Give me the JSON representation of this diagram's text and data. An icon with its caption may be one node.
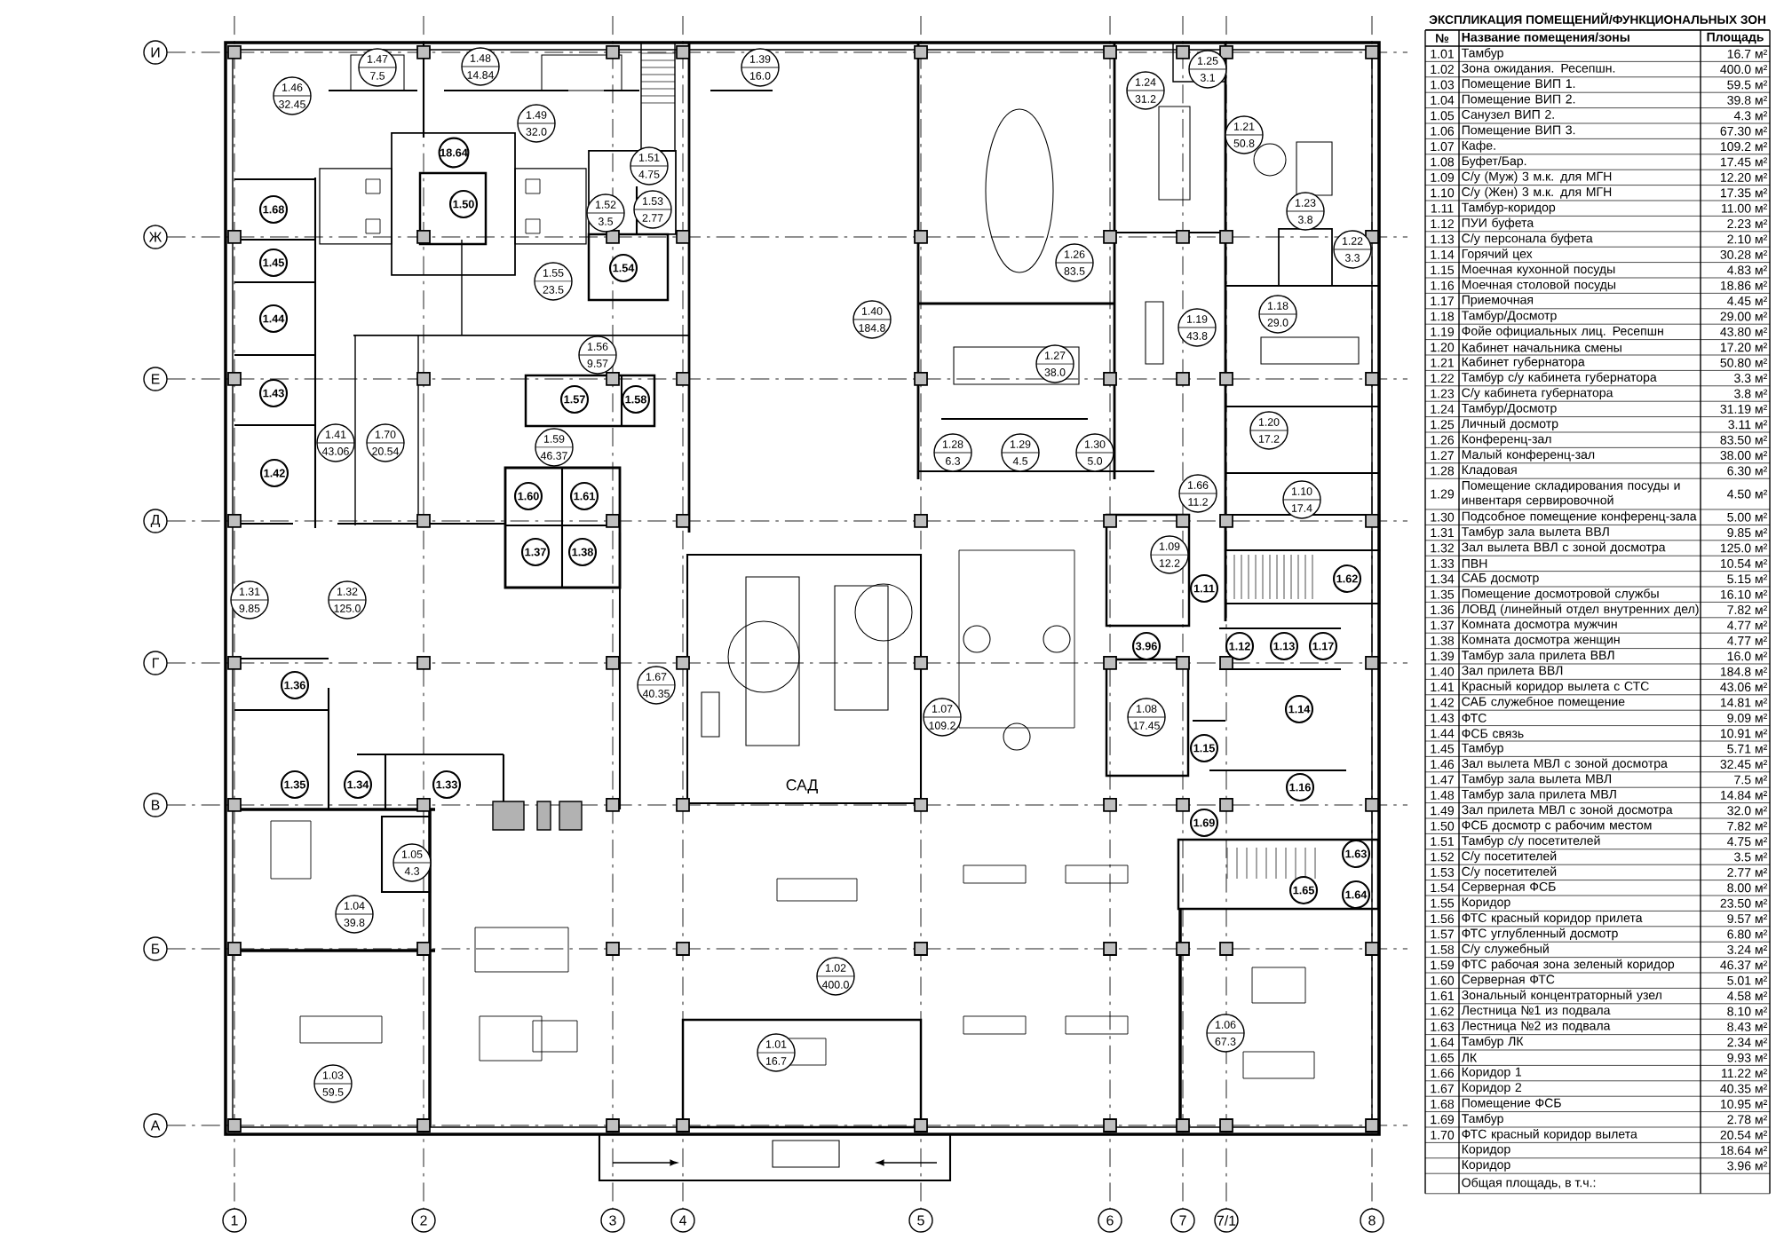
{
  "diagram": {
    "nodes": [
      {
        "text": [
          "1.47",
          "7.5"
        ]
      },
      {
        "text": [
          "1.48",
          "14.84"
        ]
      },
      {
        "text": [
          "1.39",
          "16.0"
        ]
      },
      {
        "text": [
          "1.25",
          "3.1"
        ]
      },
      {
        "text": [
          "1.24",
          "31.2"
        ]
      },
      {
        "text": [
          "1.46",
          "32.45"
        ]
      },
      {
        "text": [
          "1.49",
          "32.0"
        ]
      },
      {
        "text": [
          "1.21",
          "50.8"
        ]
      },
      {
        "text": [
          "18.64"
        ]
      },
      {
        "text": [
          "1.51",
          "4.75"
        ]
      },
      {
        "text": [
          "1.50"
        ]
      },
      {
        "text": [
          "1.53",
          "2.77"
        ]
      },
      {
        "text": [
          "1.68"
        ]
      },
      {
        "text": [
          "1.23",
          "3.8"
        ]
      },
      {
        "text": [
          "1.52",
          "3.5"
        ]
      },
      {
        "text": [
          "1.22",
          "3.3"
        ]
      },
      {
        "text": [
          "1.45"
        ]
      },
      {
        "text": [
          "1.26",
          "83.5"
        ]
      },
      {
        "text": [
          "1.54"
        ]
      },
      {
        "text": [
          "1.55",
          "23.5"
        ]
      },
      {
        "text": [
          "1.18",
          "29.0"
        ]
      },
      {
        "text": [
          "1.44"
        ]
      },
      {
        "text": [
          "1.40",
          "184.8"
        ]
      },
      {
        "text": [
          "1.19",
          "43.8"
        ]
      },
      {
        "text": [
          "1.56",
          "9.57"
        ]
      },
      {
        "text": [
          "1.27",
          "38.0"
        ]
      },
      {
        "text": [
          "1.43"
        ]
      },
      {
        "text": [
          "1.57"
        ]
      },
      {
        "text": [
          "1.58"
        ]
      },
      {
        "text": [
          "1.20",
          "17.2"
        ]
      },
      {
        "text": [
          "1.41",
          "43.06"
        ]
      },
      {
        "text": [
          "1.70",
          "20.54"
        ]
      },
      {
        "text": [
          "1.59",
          "46.37"
        ]
      },
      {
        "text": [
          "1.28",
          "6.3"
        ]
      },
      {
        "text": [
          "1.29",
          "4.5"
        ]
      },
      {
        "text": [
          "1.30",
          "5.0"
        ]
      },
      {
        "text": [
          "1.42"
        ]
      },
      {
        "text": [
          "1.66",
          "11.2"
        ]
      },
      {
        "text": [
          "1.60"
        ]
      },
      {
        "text": [
          "1.61"
        ]
      },
      {
        "text": [
          "1.10",
          "17.4"
        ]
      },
      {
        "text": [
          "1.37"
        ]
      },
      {
        "text": [
          "1.38"
        ]
      },
      {
        "text": [
          "1.09",
          "12.2"
        ]
      },
      {
        "text": [
          "1.62"
        ]
      },
      {
        "text": [
          "1.11"
        ]
      },
      {
        "text": [
          "1.31",
          "9.85"
        ]
      },
      {
        "text": [
          "1.32",
          "125.0"
        ]
      },
      {
        "text": [
          "3.96"
        ]
      },
      {
        "text": [
          "1.12"
        ]
      },
      {
        "text": [
          "1.13"
        ]
      },
      {
        "text": [
          "1.17"
        ]
      },
      {
        "text": [
          "1.36"
        ]
      },
      {
        "text": [
          "1.67",
          "40.35"
        ]
      },
      {
        "text": [
          "1.14"
        ]
      },
      {
        "text": [
          "1.07",
          "109.2"
        ]
      },
      {
        "text": [
          "1.08",
          "17.45"
        ]
      },
      {
        "text": [
          "1.15"
        ]
      },
      {
        "text": [
          "1.35"
        ]
      },
      {
        "text": [
          "1.34"
        ]
      },
      {
        "text": [
          "1.33"
        ]
      },
      {
        "text": [
          "1.16"
        ]
      },
      {
        "text": [
          "1.69"
        ]
      },
      {
        "text": [
          "1.05",
          "4.3"
        ]
      },
      {
        "text": [
          "1.63"
        ]
      },
      {
        "text": [
          "1.65"
        ]
      },
      {
        "text": [
          "1.64"
        ]
      },
      {
        "text": [
          "1.04",
          "39.8"
        ]
      },
      {
        "text": [
          "1.02",
          "400.0"
        ]
      },
      {
        "text": [
          "1.06",
          "67.3"
        ]
      },
      {
        "text": [
          "1.01",
          "16.7"
        ]
      },
      {
        "text": [
          "1.03",
          "59.5"
        ]
      },
      {
        "text": [
          "И"
        ]
      },
      {
        "text": [
          "Ж"
        ]
      },
      {
        "text": [
          "Е"
        ]
      },
      {
        "text": [
          "Д"
        ]
      },
      {
        "text": [
          "Г"
        ]
      },
      {
        "text": [
          "В"
        ]
      },
      {
        "text": [
          "Б"
        ]
      },
      {
        "text": [
          "А"
        ]
      },
      {
        "text": [
          "1"
        ]
      },
      {
        "text": [
          "2"
        ]
      },
      {
        "text": [
          "3"
        ]
      },
      {
        "text": [
          "4"
        ]
      },
      {
        "text": [
          "5"
        ]
      },
      {
        "text": [
          "6"
        ]
      },
      {
        "text": [
          "7"
        ]
      },
      {
        "text": [
          "7/1"
        ]
      },
      {
        "text": [
          "8"
        ]
      }
    ],
    "labels": [
      "САД",
      "ЭКСПЛИКАЦИЯ ПОМЕЩЕНИЙ/ФУНКЦИОНАЛЬНЫХ ЗОН",
      "№",
      "Название помещения/зоны",
      "Площадь",
      "1.01",
      "Тамбур",
      "16.7 м²",
      "1.02",
      "Зона ожидания. Ресепшн.",
      "400.0 м²",
      "1.03",
      "Помещение ВИП 1.",
      "59.5 м²",
      "1.04",
      "Помещение ВИП 2.",
      "39.8 м²",
      "1.05",
      "Санузел ВИП 2.",
      "4.3 м²",
      "1.06",
      "Помещение ВИП 3.",
      "67.30 м²",
      "1.07",
      "Кафе.",
      "109.2 м²",
      "1.08",
      "Буфет/Бар.",
      "17.45 м²",
      "1.09",
      "С/у (Муж) 3 м.к. для МГН",
      "12.20 м²",
      "1.10",
      "С/у (Жен) 3 м.к. для МГН",
      "17.35 м²",
      "1.11",
      "Тамбур-коридор",
      "11.00 м²",
      "1.12",
      "ПУИ буфета",
      "2.23 м²",
      "1.13",
      "С/у персонала буфета",
      "2.10 м²",
      "1.14",
      "Горячий цех",
      "30.28 м²",
      "1.15",
      "Моечная кухонной посуды",
      "4.83 м²",
      "1.16",
      "Моечная столовой посуды",
      "18.86 м²",
      "1.17",
      "Приемочная",
      "4.45 м²",
      "1.18",
      "Тамбур/Досмотр",
      "29.00 м²",
      "1.19",
      "Фойе официальных лиц. Ресепшн",
      "43.80 м²",
      "1.20",
      "Кабинет начальника смены",
      "17.20 м²",
      "1.21",
      "Кабинет губернатора",
      "50.80 м²",
      "1.22",
      "Тамбур с/у кабинета губернатора",
      "3.3 м²",
      "1.23",
      "С/у кабинета губернатора",
      "3.8 м²",
      "1.24",
      "Тамбур/Досмотр",
      "31.19 м²",
      "1.25",
      "Личный досмотр",
      "3.11 м²",
      "1.26",
      "Конференц-зал",
      "83.50 м²",
      "1.27",
      "Малый конференц-зал",
      "38.00 м²",
      "1.28",
      "Кладовая",
      "6.30 м²",
      "1.29",
      "Помещение складирования посуды и инвентаря сервировочной",
      "4.50 м²",
      "1.30",
      "Подсобное помещение конференц-зала",
      "5.00 м²",
      "1.31",
      "Тамбур зала вылета ВВЛ",
      "9.85 м²",
      "1.32",
      "Зал вылета ВВЛ с зоной досмотра",
      "125.0 м²",
      "1.33",
      "ПВН",
      "10.54 м²",
      "1.34",
      "САБ досмотр",
      "5.15 м²",
      "1.35",
      "Помещение досмотровой службы",
      "16.10 м²",
      "1.36",
      "ЛОВД (линейный отдел внутренних дел)",
      "7.82 м²",
      "1.37",
      "Комната досмотра мужчин",
      "4.77 м²",
      "1.38",
      "Комната досмотра женщин",
      "4.77 м²",
      "1.39",
      "Тамбур зала прилета ВВЛ",
      "16.0 м²",
      "1.40",
      "Зал прилета ВВЛ",
      "184.8 м²",
      "1.41",
      "Красный коридор вылета с СТС",
      "43.06 м²",
      "1.42",
      "САБ служебное помещение",
      "14.81 м²",
      "1.43",
      "ФТС",
      "9.09 м²",
      "1.44",
      "ФСБ связь",
      "10.91 м²",
      "1.45",
      "Тамбур",
      "5.71 м²",
      "1.46",
      "Зал вылета МВЛ с зоной досмотра",
      "32.45 м²",
      "1.47",
      "Тамбур зала вылета МВЛ",
      "7.5 м²",
      "1.48",
      "Тамбур зала прилета МВЛ",
      "14.84 м²",
      "1.49",
      "Зал прилета МВЛ с зоной досмотра",
      "32.0 м²",
      "1.50",
      "ФСБ досмотр с рабочим местом",
      "7.82 м²",
      "1.51",
      "Тамбур с/у посетителей",
      "4.75 м²",
      "1.52",
      "С/у посетителей",
      "3.5 м²",
      "1.53",
      "С/у посетителей",
      "2.77 м²",
      "1.54",
      "Серверная ФСБ",
      "8.00 м²",
      "1.55",
      "Коридор",
      "23.50 м²",
      "1.56",
      "ФТС красный коридор прилета",
      "9.57 м²",
      "1.57",
      "ФТС углубленный досмотр",
      "6.80 м²",
      "1.58",
      "С/у служебный",
      "3.24 м²",
      "1.59",
      "ФТС рабочая зона зеленый коридор",
      "46.37 м²",
      "1.60",
      "Серверная ФТС",
      "5.01 м²",
      "1.61",
      "Зональный концентраторный узел",
      "4.58 м²",
      "1.62",
      "Лестница №1 из подвала",
      "8.10 м²",
      "1.63",
      "Лестница №2 из подвала",
      "8.43 м²",
      "1.64",
      "Тамбур ЛК",
      "2.34 м²",
      "1.65",
      "ЛК",
      "9.93 м²",
      "1.66",
      "Коридор 1",
      "11.22 м²",
      "1.67",
      "Коридор 2",
      "40.35 м²",
      "1.68",
      "Помещение ФСБ",
      "10.95 м²",
      "1.69",
      "Тамбур",
      "2.78 м²",
      "1.70",
      "ФТС красный коридор вылета",
      "20.54 м²",
      "Коридор",
      "18.64 м²",
      "Коридор",
      "3.96 м²",
      "Общая площадь, в т.ч.:"
    ]
  }
}
